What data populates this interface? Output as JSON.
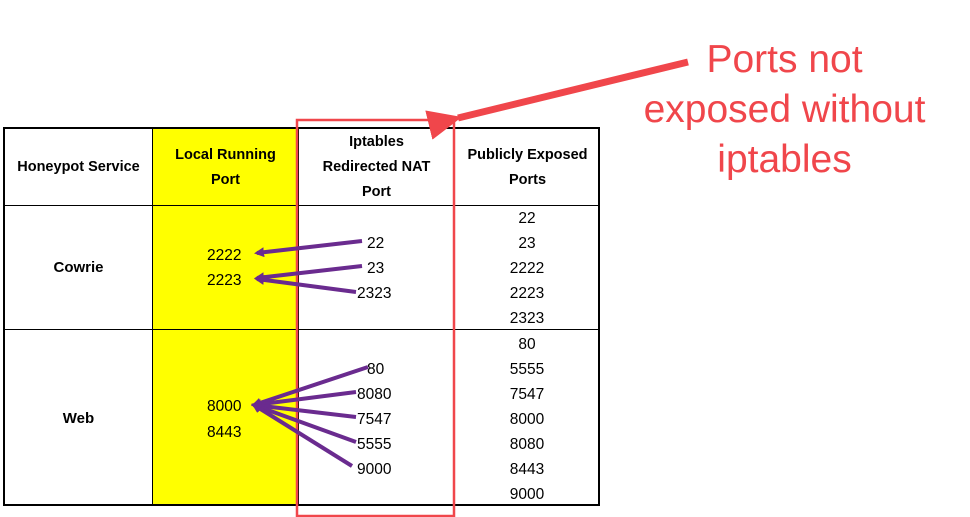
{
  "table": {
    "headers": {
      "service": "Honeypot Service",
      "local": [
        "Local Running",
        "Port"
      ],
      "nat": [
        "Iptables",
        "Redirected NAT",
        "Port"
      ],
      "public": [
        "Publicly Exposed",
        "Ports"
      ]
    },
    "rows": [
      {
        "service": "Cowrie",
        "local_ports": [
          "2222",
          "2223"
        ],
        "nat_ports": [
          "22",
          "23",
          "2323"
        ],
        "public_ports": [
          "22",
          "23",
          "2222",
          "2223",
          "2323"
        ]
      },
      {
        "service": "Web",
        "local_ports": [
          "8000",
          "8443"
        ],
        "nat_ports": [
          "80",
          "8080",
          "7547",
          "5555",
          "9000"
        ],
        "public_ports": [
          "80",
          "5555",
          "7547",
          "8000",
          "8080",
          "8443",
          "9000"
        ]
      }
    ]
  },
  "callout": {
    "lines": [
      "Ports not",
      "exposed without",
      "iptables"
    ],
    "color": "#f0464b"
  },
  "colors": {
    "highlight": "#ffff00",
    "arrow": "#6a2b8f",
    "callout_red": "#f0464b"
  }
}
